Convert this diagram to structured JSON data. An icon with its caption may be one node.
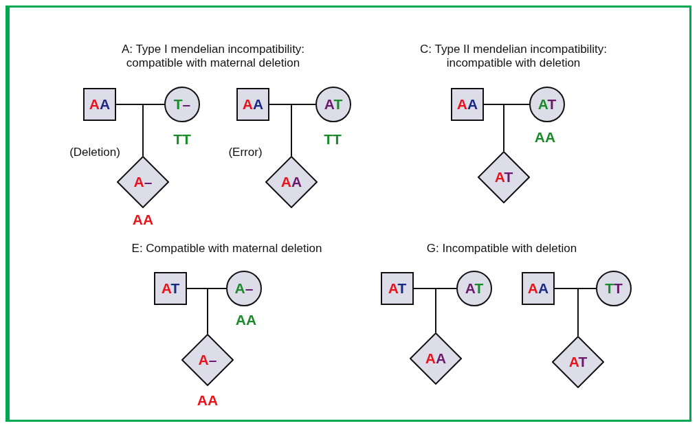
{
  "diagram": {
    "nodes": [
      {
        "text": [
          "AA"
        ]
      },
      {
        "text": [
          "T–"
        ],
        "beside": [
          "TT"
        ]
      },
      {
        "text": [
          "A–"
        ],
        "beside": [
          "AA"
        ]
      },
      {
        "text": [
          "AA"
        ]
      },
      {
        "text": [
          "AT"
        ],
        "beside": [
          "TT"
        ]
      },
      {
        "text": [
          "AA"
        ]
      },
      {
        "text": [
          "AA"
        ]
      },
      {
        "text": [
          "AT"
        ],
        "beside": [
          "AA"
        ]
      },
      {
        "text": [
          "AT"
        ]
      },
      {
        "text": [
          "AT"
        ]
      },
      {
        "text": [
          "A–"
        ],
        "beside": [
          "AA"
        ]
      },
      {
        "text": [
          "A–"
        ],
        "beside": [
          "AA"
        ]
      },
      {
        "text": [
          "AT"
        ]
      },
      {
        "text": [
          "AT"
        ]
      },
      {
        "text": [
          "AA"
        ]
      },
      {
        "text": [
          "AA"
        ]
      },
      {
        "text": [
          "TT"
        ]
      },
      {
        "text": [
          "AT"
        ]
      }
    ],
    "edges": [
      {
        "from": 0,
        "to": 1,
        "arrow": "none"
      },
      {
        "from": 0,
        "to": 2,
        "arrow": "none"
      },
      {
        "from": 1,
        "to": 2,
        "arrow": "none"
      },
      {
        "from": 3,
        "to": 4,
        "arrow": "none"
      },
      {
        "from": 3,
        "to": 5,
        "arrow": "none"
      },
      {
        "from": 4,
        "to": 5,
        "arrow": "none"
      },
      {
        "from": 6,
        "to": 7,
        "arrow": "none"
      },
      {
        "from": 6,
        "to": 8,
        "arrow": "none"
      },
      {
        "from": 7,
        "to": 8,
        "arrow": "none"
      },
      {
        "from": 9,
        "to": 10,
        "arrow": "none"
      },
      {
        "from": 9,
        "to": 11,
        "arrow": "none"
      },
      {
        "from": 10,
        "to": 11,
        "arrow": "none"
      },
      {
        "from": 12,
        "to": 13,
        "arrow": "none"
      },
      {
        "from": 12,
        "to": 14,
        "arrow": "none"
      },
      {
        "from": 13,
        "to": 14,
        "arrow": "none"
      },
      {
        "from": 15,
        "to": 16,
        "arrow": "none"
      },
      {
        "from": 15,
        "to": 17,
        "arrow": "none"
      },
      {
        "from": 16,
        "to": 17,
        "arrow": "none"
      }
    ],
    "labels": [
      "A: Type I mendelian incompatibility: compatible with maternal deletion",
      "C: Type II mendelian incompatibility: incompatible with deletion",
      "(Deletion)",
      "(Error)",
      "E: Compatible with maternal deletion",
      "G: Incompatible with deletion"
    ]
  }
}
